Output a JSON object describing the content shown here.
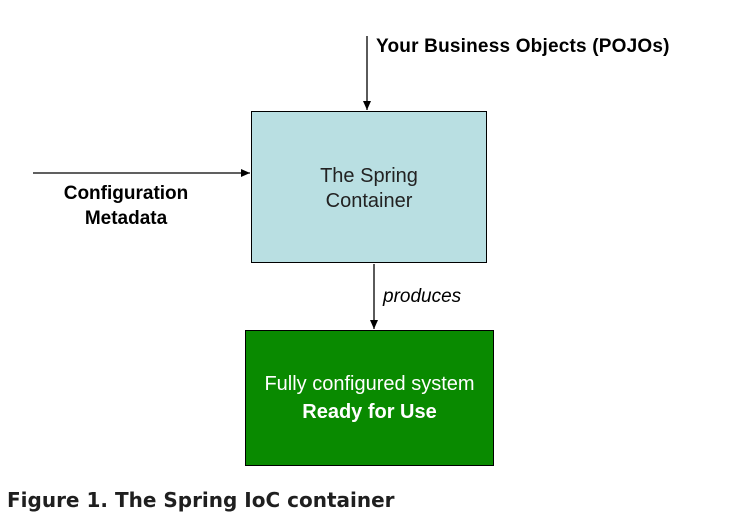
{
  "diagram": {
    "inputs": {
      "business_objects": "Your Business Objects (POJOs)",
      "configuration_metadata": {
        "line1": "Configuration",
        "line2": "Metadata"
      }
    },
    "container": {
      "line1": "The Spring",
      "line2": "Container",
      "color": "#b9dfe2"
    },
    "edge_label": "produces",
    "output": {
      "line1": "Fully configured system",
      "line2": "Ready for Use",
      "color": "#098a00"
    },
    "edges": [
      {
        "from": "Your Business Objects (POJOs)",
        "to": "The Spring Container"
      },
      {
        "from": "Configuration Metadata",
        "to": "The Spring Container"
      },
      {
        "from": "The Spring Container",
        "to": "Fully configured system",
        "label": "produces"
      }
    ]
  },
  "caption": "Figure 1. The Spring IoC container"
}
